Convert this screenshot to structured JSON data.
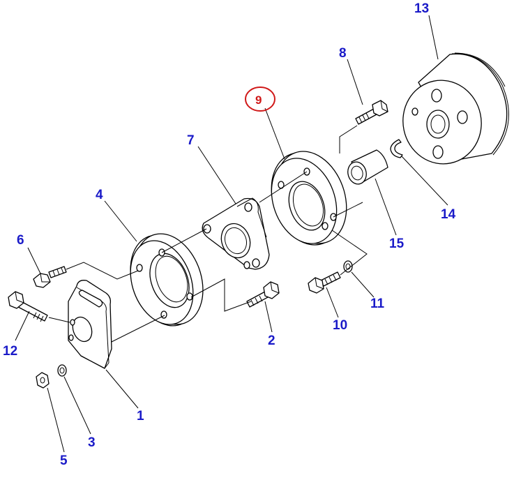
{
  "callouts": {
    "c1": "1",
    "c2": "2",
    "c3": "3",
    "c4": "4",
    "c5": "5",
    "c6": "6",
    "c7": "7",
    "c8": "8",
    "c9": "9",
    "c10": "10",
    "c11": "11",
    "c12": "12",
    "c13": "13",
    "c14": "14",
    "c15": "15"
  },
  "highlighted": "9",
  "colors": {
    "callout": "#1a1ac8",
    "highlight": "#d01818",
    "line": "#000000"
  }
}
